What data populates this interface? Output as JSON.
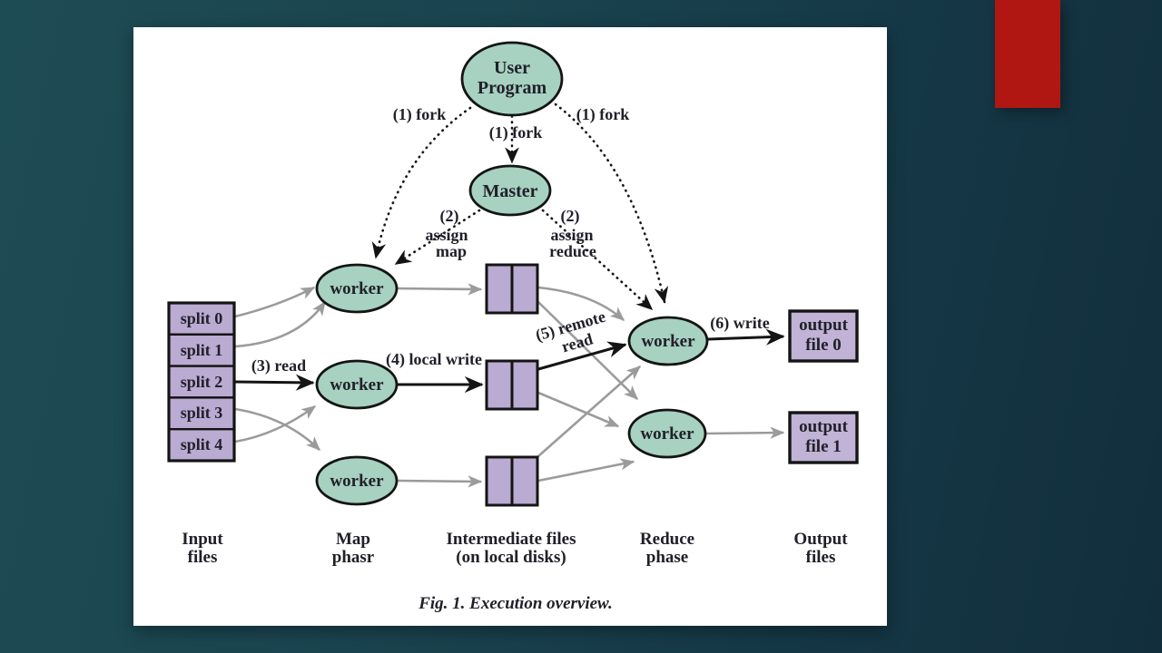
{
  "scene": {
    "slide_caption": "Fig. 1. Execution overview.",
    "colors": {
      "background_left": "#1e4c54",
      "background_right": "#122e3c",
      "red_accent": "#b01713",
      "node_fill": "#a7d1c0",
      "file_fill": "#b9abd1",
      "arrow_gray": "#9b9b9b",
      "arrow_black": "#141414",
      "ink": "#20202a"
    }
  },
  "diagram": {
    "nodes": {
      "user_program": {
        "line1": "User",
        "line2": "Program"
      },
      "master": {
        "label": "Master"
      },
      "map_workers": [
        "worker",
        "worker",
        "worker"
      ],
      "reduce_workers": [
        "worker",
        "worker"
      ]
    },
    "splits": [
      "split 0",
      "split 1",
      "split 2",
      "split 3",
      "split 4"
    ],
    "outputs": [
      {
        "line1": "output",
        "line2": "file 0"
      },
      {
        "line1": "output",
        "line2": "file 1"
      }
    ],
    "edges": {
      "fork_left": "(1) fork",
      "fork_center": "(1) fork",
      "fork_right": "(1) fork",
      "assign_map": {
        "line1": "(2)",
        "line2": "assign",
        "line3": "map"
      },
      "assign_reduce": {
        "line1": "(2)",
        "line2": "assign",
        "line3": "reduce"
      },
      "read": "(3) read",
      "local_write": "(4) local write",
      "remote_read": {
        "line1": "(5) remote",
        "line2": "read"
      },
      "write": "(6) write"
    },
    "columns": [
      {
        "line1": "Input",
        "line2": "files"
      },
      {
        "line1": "Map",
        "line2": "phasr"
      },
      {
        "line1": "Intermediate files",
        "line2": "(on local disks)"
      },
      {
        "line1": "Reduce",
        "line2": "phase"
      },
      {
        "line1": "Output",
        "line2": "files"
      }
    ]
  }
}
